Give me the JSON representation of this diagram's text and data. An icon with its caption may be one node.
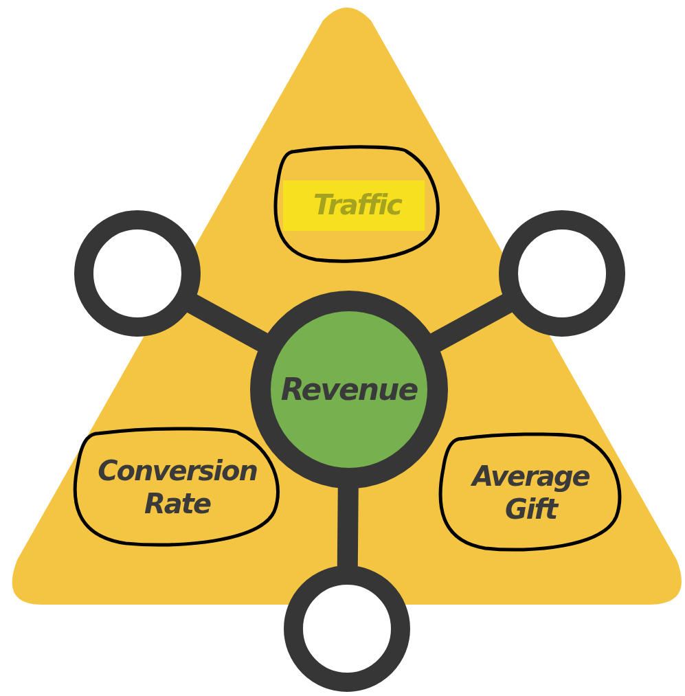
{
  "diagram": {
    "nodes": [
      {
        "text": [],
        "shape": "triangle"
      },
      {
        "text": [
          "Traffic"
        ],
        "in": 0
      },
      {
        "text": [],
        "shape": "circle"
      },
      {
        "text": [],
        "shape": "circle"
      },
      {
        "text": [
          "Revenue"
        ],
        "in": 0
      },
      {
        "text": [
          "Conversion Rate"
        ],
        "in": 0
      },
      {
        "text": [
          "Average Gift"
        ],
        "in": 0
      },
      {
        "text": [],
        "shape": "circle"
      }
    ],
    "edges": [
      {
        "from": 4,
        "to": 2,
        "arrow": "none"
      },
      {
        "from": 4,
        "to": 3,
        "arrow": "none"
      },
      {
        "from": 4,
        "to": 7,
        "arrow": "none"
      }
    ]
  }
}
